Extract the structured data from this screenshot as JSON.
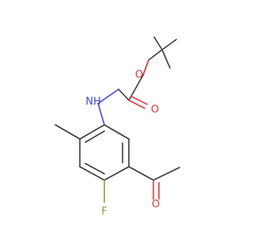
{
  "molecule": {
    "colors": {
      "bond": "#3b3b3b",
      "oxygen": "#e03c3c",
      "nitrogen": "#3f4ccb",
      "fluorine": "#7da33f"
    },
    "labels": {
      "ester_oxygen": "O",
      "carbonyl_oxygen": "O",
      "amine": "NH",
      "fluorine": "F",
      "acetyl_oxygen": "O"
    }
  }
}
